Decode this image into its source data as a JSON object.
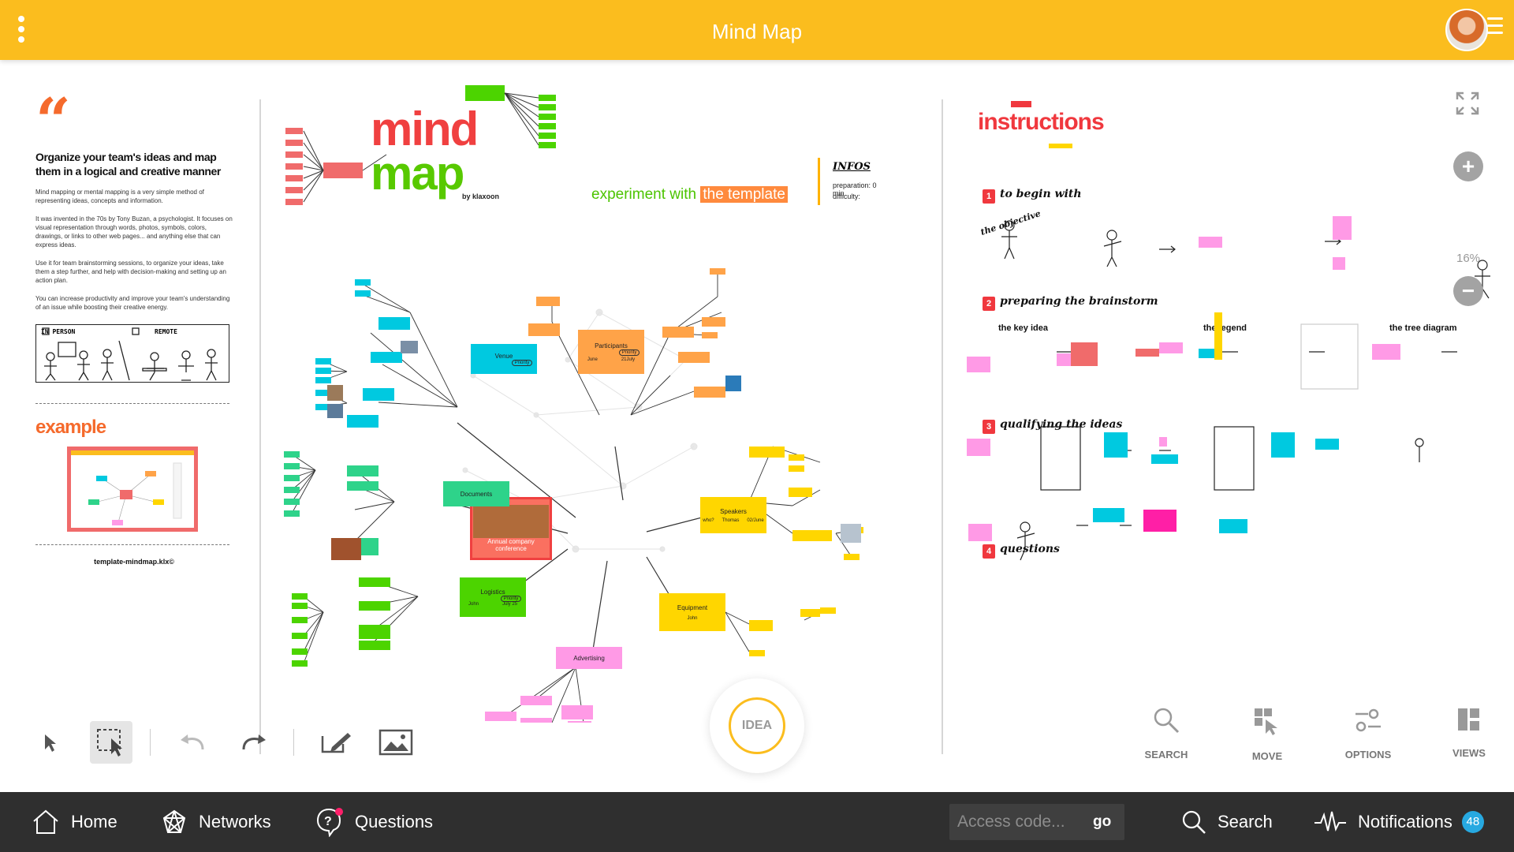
{
  "header": {
    "title": "Mind Map",
    "menu_icon": "kebab-menu-icon",
    "user_menu_icon": "hamburger-icon"
  },
  "left_panel": {
    "heading": "Organize your team's ideas and map them in a logical and creative manner",
    "paragraphs": [
      "Mind mapping or mental mapping is a very simple method of representing ideas, concepts and information.",
      "It was invented in the 70s by Tony Buzan, a psychologist. It focuses on visual representation through words, photos, symbols, colors, drawings, or links to other web pages... and anything else that can express ideas.",
      "Use it for team brainstorming sessions, to organize your ideas, take them a step further, and help with decision-making and setting up an action plan.",
      "You can increase productivity and improve your team's understanding of an issue while boosting their creative energy."
    ],
    "in_person_label": "IN PERSON",
    "remote_label": "REMOTE",
    "example_title": "example",
    "file_name": "template-mindmap.klx©"
  },
  "mindmap": {
    "title_line1": "mind",
    "title_line2": "map",
    "by": "by klaxoon",
    "experiment_prefix": "experiment with",
    "experiment_highlight": "the template",
    "infos_title": "INFOS",
    "preparation": "preparation: 0 min",
    "difficulty": "difficulty:",
    "center_node_line1": "Annual company",
    "center_node_line2": "conference",
    "nodes": {
      "venue": "Venue",
      "participants": "Participants",
      "documents": "Documents",
      "speakers": "Speakers",
      "logistics": "Logistics",
      "equipment": "Equipment",
      "advertising": "Advertising"
    },
    "participants_sub": [
      "June",
      "21July"
    ],
    "speakers_sub": [
      "who?",
      "Thomas",
      "02/June"
    ],
    "logistics_sub": [
      "John",
      "July 25"
    ],
    "equipment_sub": "John",
    "priority": "Priority"
  },
  "idea_button": "IDEA",
  "right_panel": {
    "title": "instructions",
    "steps": [
      {
        "num": "1",
        "title": "to begin with"
      },
      {
        "num": "2",
        "title": "preparing the brainstorm"
      },
      {
        "num": "3",
        "title": "qualifying the ideas"
      },
      {
        "num": "4",
        "title": "questions"
      }
    ],
    "step1_objective": "the objective",
    "step2_subs": [
      "the key idea",
      "the legend",
      "the tree diagram"
    ],
    "zoom_level": "16%",
    "zoom_in_icon": "plus-icon",
    "zoom_out_icon": "minus-icon",
    "fullscreen_icon": "fullscreen-icon"
  },
  "actions": [
    {
      "label": "SEARCH",
      "icon": "search-icon"
    },
    {
      "label": "MOVE",
      "icon": "move-icon"
    },
    {
      "label": "OPTIONS",
      "icon": "options-icon"
    },
    {
      "label": "VIEWS",
      "icon": "views-icon"
    }
  ],
  "bottom_nav": {
    "home": "Home",
    "networks": "Networks",
    "questions": "Questions",
    "access_placeholder": "Access code...",
    "go": "go",
    "search": "Search",
    "notifications": "Notifications",
    "notifications_count": "48"
  },
  "colors": {
    "header": "#fbbd1e",
    "bottom_bar": "#2f2f2f",
    "accent_red": "#f0383e",
    "badge_blue": "#27a9e1"
  }
}
